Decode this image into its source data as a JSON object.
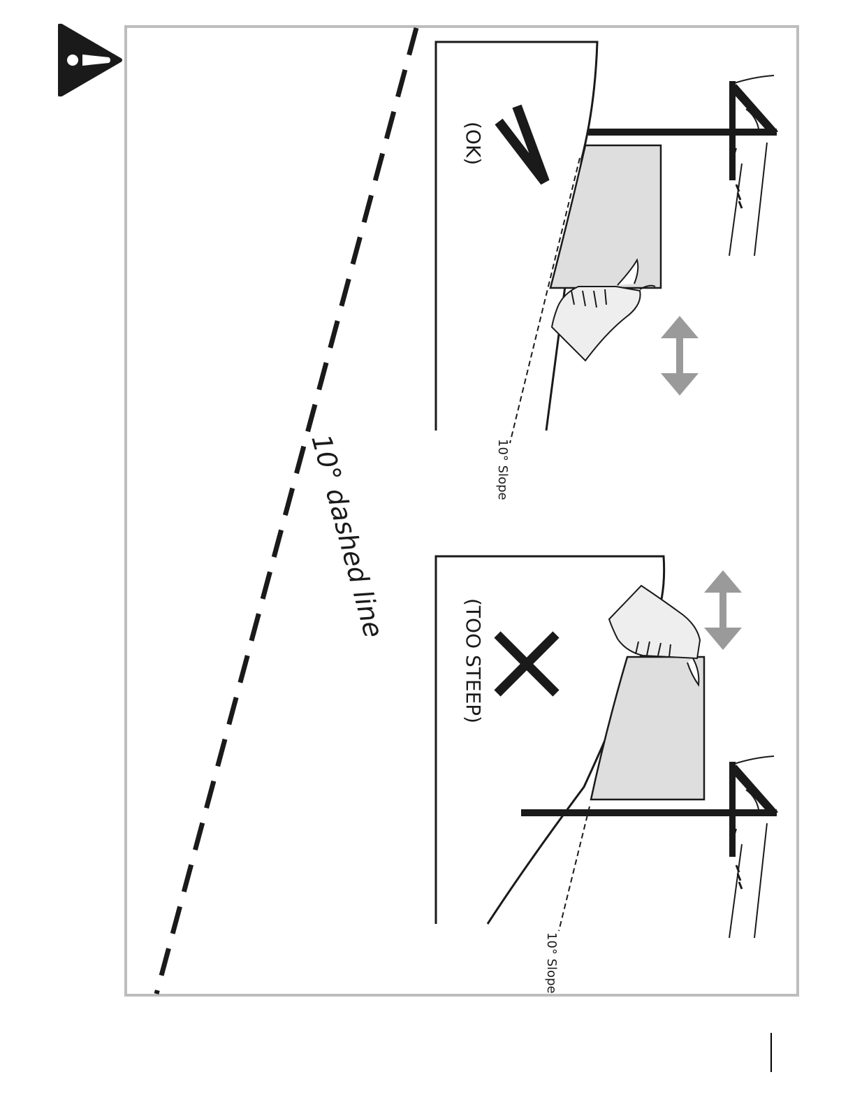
{
  "guide": {
    "label": "10° dashed line"
  },
  "panel_ok": {
    "mark": "check",
    "status": "(OK)",
    "slope_label": "10° Slope"
  },
  "panel_steep": {
    "mark": "x",
    "status": "(TOO STEEP)",
    "slope_label": "10° Slope"
  },
  "colors": {
    "ink": "#1a1a1a",
    "frame": "#bdbdbd",
    "panel_fill": "#dedede",
    "arrow": "#9a9a9a"
  }
}
